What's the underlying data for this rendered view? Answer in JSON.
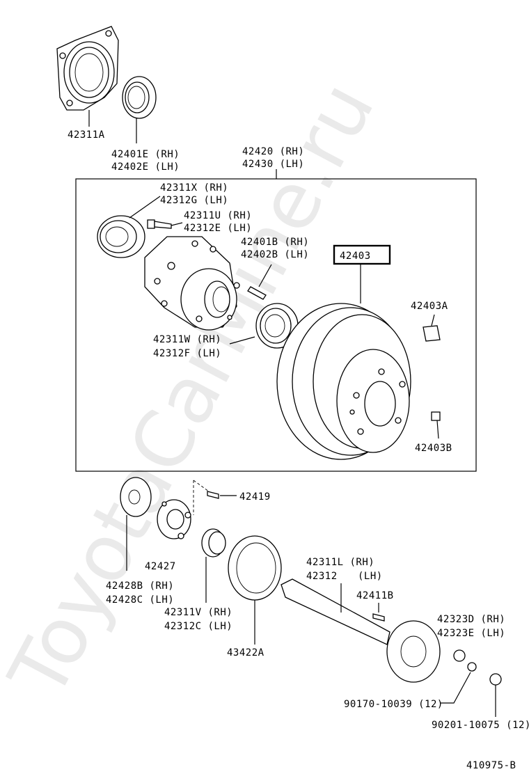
{
  "watermark": "ToyotaCarMine.ru",
  "drawing_number": "410975-B",
  "parts": {
    "p42311A": "42311A",
    "p42401E": "42401E (RH)",
    "p42402E": "42402E (LH)",
    "p42420": "42420 (RH)",
    "p42430": "42430 (LH)",
    "p42311X": "42311X (RH)",
    "p42312G": "42312G (LH)",
    "p42311U": "42311U (RH)",
    "p42312E": "42312E (LH)",
    "p42401B": "42401B (RH)",
    "p42402B": "42402B (LH)",
    "p42403": "42403",
    "p42403A": "42403A",
    "p42311W": "42311W (RH)",
    "p42312F": "42312F (LH)",
    "p42403B": "42403B",
    "p42419": "42419",
    "p42427": "42427",
    "p42428B": "42428B (RH)",
    "p42428C": "42428C (LH)",
    "p42311V": "42311V (RH)",
    "p42312C": "42312C (LH)",
    "p43422A": "43422A",
    "p42311L": "42311L (RH)",
    "p42312": "42312",
    "p42312_lh": "(LH)",
    "p42411B": "42411B",
    "p42323D": "42323D (RH)",
    "p42323E": "42323E (LH)",
    "p90170": "90170-10039 (12)",
    "p90201": "90201-10075 (12)"
  }
}
